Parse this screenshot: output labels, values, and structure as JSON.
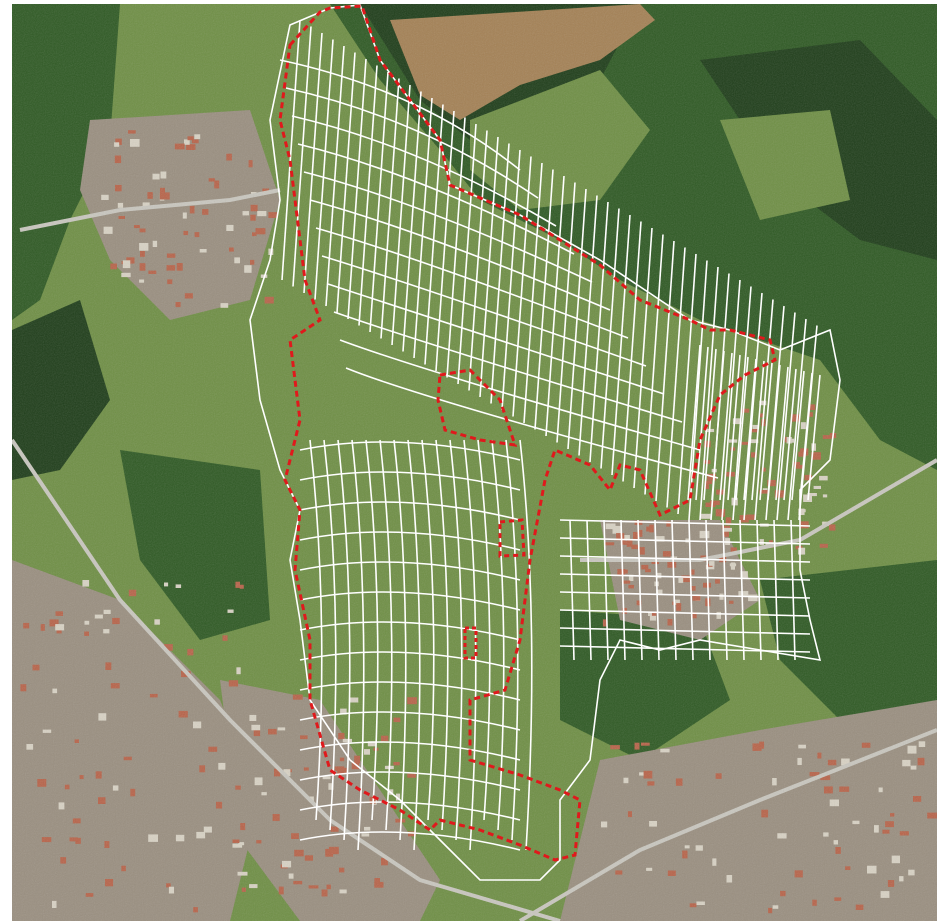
{
  "map": {
    "kind": "aerial-photo-with-cadastral-overlay",
    "colors": {
      "frame": "#ffffff",
      "forest_dark": "#1f3e1a",
      "forest": "#2f5a24",
      "meadow": "#6f8f45",
      "field": "#a48155",
      "urban": "#9a8f80",
      "roof": "#b8644a",
      "road": "#c9c7bf",
      "parcel_lines": "#ffffff",
      "boundary": "#e0191c"
    },
    "layers": [
      "aerial-imagery",
      "cadastral-parcels",
      "study-area-boundary"
    ]
  }
}
